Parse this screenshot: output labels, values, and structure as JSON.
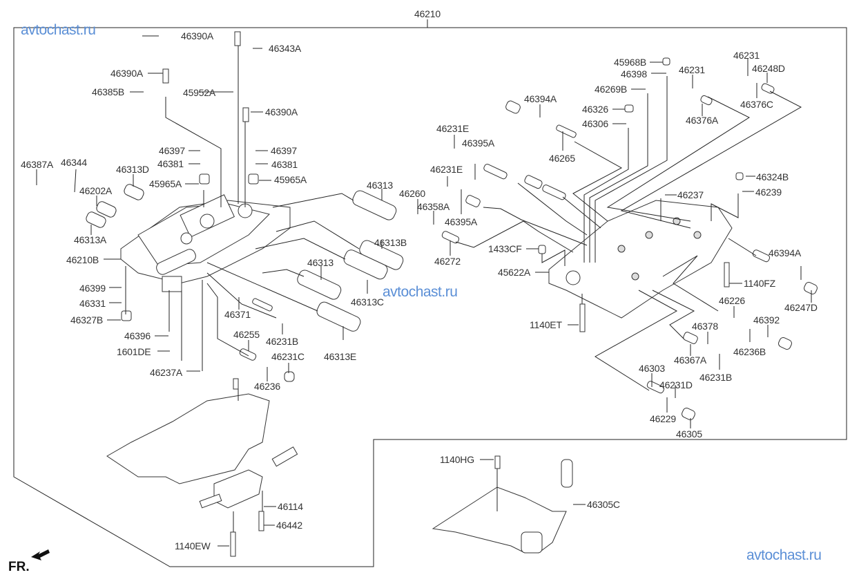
{
  "diagram": {
    "title_part": "46210",
    "watermark": "avtochast.ru",
    "front_marker": "FR.",
    "labels": {
      "l46390A_1": "46390A",
      "l46343A": "46343A",
      "l46390A_2": "46390A",
      "l46385B": "46385B",
      "l45952A": "45952A",
      "l46390A_3": "46390A",
      "l46397_L": "46397",
      "l46381_L": "46381",
      "l45965A_L": "45965A",
      "l46397_R": "46397",
      "l46381_R": "46381",
      "l45965A_R": "45965A",
      "l46387A": "46387A",
      "l46344": "46344",
      "l46313D": "46313D",
      "l46202A": "46202A",
      "l46313A": "46313A",
      "l46210B": "46210B",
      "l46399": "46399",
      "l46331": "46331",
      "l46327B": "46327B",
      "l46396": "46396",
      "l1601DE": "1601DE",
      "l46237A": "46237A",
      "l46371": "46371",
      "l46231B_L": "46231B",
      "l46255": "46255",
      "l46231C": "46231C",
      "l46236": "46236",
      "l46313_1": "46313",
      "l46313B": "46313B",
      "l46313_2": "46313",
      "l46313C": "46313C",
      "l46313E": "46313E",
      "l46260": "46260",
      "l46358A": "46358A",
      "l46395A_1": "46395A",
      "l46231E_1": "46231E",
      "l46395A_2": "46395A",
      "l46231E_2": "46231E",
      "l46272": "46272",
      "l46394A_1": "46394A",
      "l46265": "46265",
      "l45968B": "45968B",
      "l46398": "46398",
      "l46269B": "46269B",
      "l46326": "46326",
      "l46306": "46306",
      "l46231_1": "46231",
      "l46376A": "46376A",
      "l46231_2": "46231",
      "l46248D": "46248D",
      "l46376C": "46376C",
      "l46324B": "46324B",
      "l46239": "46239",
      "l46237": "46237",
      "l1433CF": "1433CF",
      "l45622A": "45622A",
      "l1140FZ": "1140FZ",
      "l46394A_2": "46394A",
      "l46247D": "46247D",
      "l1140ET": "1140ET",
      "l46226": "46226",
      "l46378": "46378",
      "l46392": "46392",
      "l46367A": "46367A",
      "l46236B": "46236B",
      "l46231B_R": "46231B",
      "l46303": "46303",
      "l46231D": "46231D",
      "l46229": "46229",
      "l46305": "46305",
      "l46114": "46114",
      "l46442": "46442",
      "l1140EW": "1140EW",
      "l1140HG": "1140HG",
      "l46305C": "46305C"
    }
  }
}
